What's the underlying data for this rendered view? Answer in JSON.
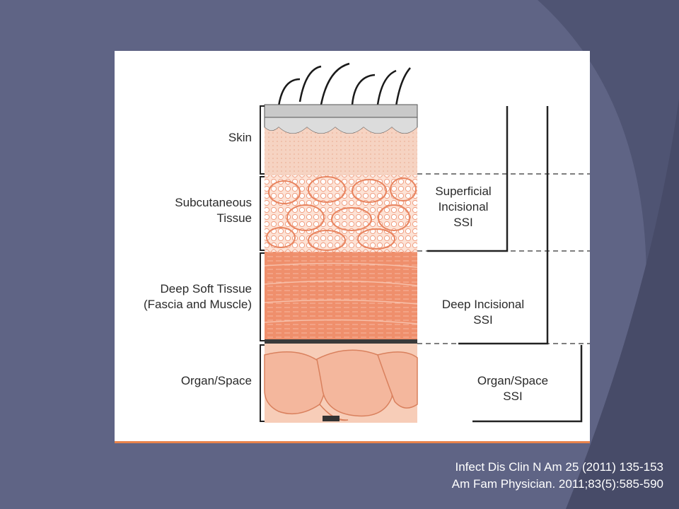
{
  "colors": {
    "background": "#5f6485",
    "figure_bg": "#ffffff",
    "accent_line": "#e8834c",
    "skin": "#f4c7b0",
    "fat": "#f6b29a",
    "muscle": "#ef8f6c",
    "organ": "#f4b79d"
  },
  "diagram": {
    "layers": [
      {
        "label": "Skin"
      },
      {
        "label": "Subcutaneous\nTissue"
      },
      {
        "label": "Deep Soft Tissue\n(Fascia and Muscle)"
      },
      {
        "label": "Organ/Space"
      }
    ],
    "ssi_types": [
      {
        "label": "Superficial\nIncisional\nSSI"
      },
      {
        "label": "Deep Incisional\nSSI"
      },
      {
        "label": "Organ/Space\nSSI"
      }
    ]
  },
  "citations": [
    "Infect Dis Clin N Am 25 (2011) 135-153",
    "Am Fam Physician. 2011;83(5):585-590"
  ]
}
